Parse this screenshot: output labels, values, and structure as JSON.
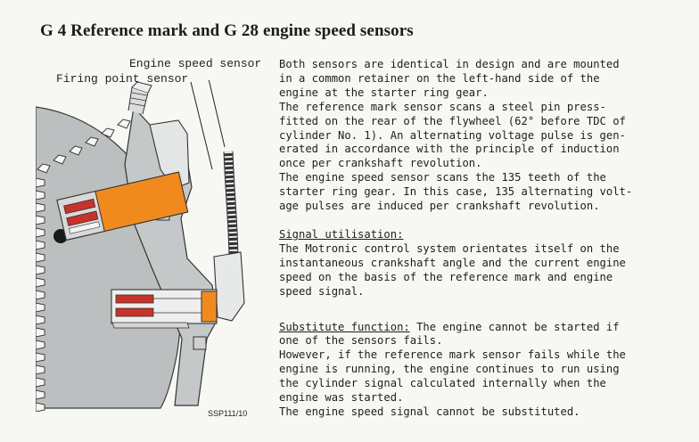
{
  "title": "G 4 Reference mark and G 28 engine speed sensors",
  "figure": {
    "label_engine_speed_sensor": "Engine speed sensor",
    "label_firing_point_sensor": "Firing point sensor",
    "caption": "SSP111/10",
    "colors": {
      "sensor_orange": "#f08a1e",
      "body_gray": "#b9bcbc",
      "coil_red": "#c8322a"
    }
  },
  "intro_lines": [
    "Both sensors are identical in design and are mounted",
    "in a common retainer on the left-hand side of the",
    "engine at the starter ring gear.",
    "The reference mark sensor scans a steel pin press-",
    "fitted on the rear of the flywheel (62° before TDC of",
    "cylinder No. 1). An alternating voltage pulse is gen-",
    "erated in accordance with the principle of induction",
    "once per crankshaft revolution.",
    "The engine speed sensor scans the 135 teeth of the",
    "starter ring gear. In this case, 135 alternating volt-",
    "age pulses are induced per crankshaft revolution."
  ],
  "signal_heading": "Signal utilisation:",
  "signal_lines": [
    "The Motronic control system orientates itself on the",
    "instantaneous crankshaft angle and the current engine",
    "speed on the basis of the reference mark and engine",
    "speed signal."
  ],
  "substitute_heading": "Substitute function:",
  "substitute_first_rest": " The engine cannot be started if",
  "substitute_lines": [
    "one of the sensors fails.",
    "However, if the reference mark sensor fails while the",
    "engine is running, the engine continues to run using",
    "the cylinder signal calculated internally when the",
    "engine was started.",
    "The engine speed signal cannot be substituted."
  ]
}
